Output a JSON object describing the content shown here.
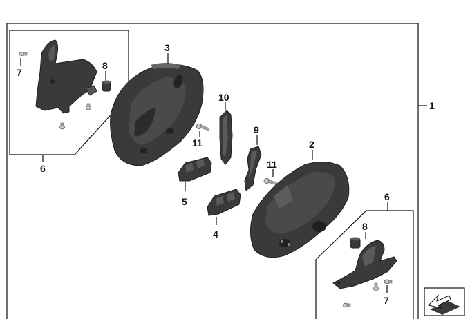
{
  "labels": {
    "main": "1",
    "cover_right": "2",
    "cover_left": "3",
    "block_right": "4",
    "block_left": "5",
    "guard_top_left": "6",
    "guard_bottom_right": "6",
    "screw_top_left": "7",
    "screw_bottom_right": "7",
    "buffer_top_left": "8",
    "buffer_bottom_right": "8",
    "bracket_small": "9",
    "bracket_tall": "10",
    "screw_left": "11",
    "screw_right": "11"
  },
  "icons": {
    "navigation": "arrow-direction-icon"
  }
}
